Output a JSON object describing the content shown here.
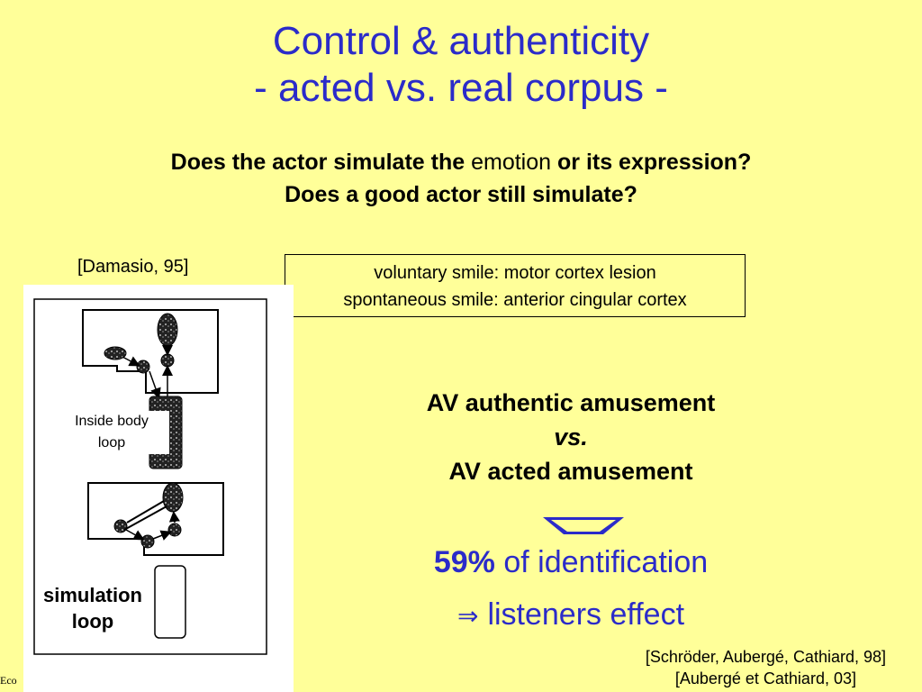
{
  "title": {
    "line1": "Control & authenticity",
    "line2": "- acted vs. real corpus -"
  },
  "questions": {
    "q1_part1": "Does the actor simulate the ",
    "q1_part2": "emotion",
    "q1_part3": " or its expression?",
    "q2": "Does a good actor still simulate?"
  },
  "damasio_citation": "[Damasio, 95]",
  "smile_box": {
    "line1": "voluntary smile: motor cortex lesion",
    "line2": "spontaneous smile: anterior cingular cortex"
  },
  "figure": {
    "label_inside_line1": "Inside body",
    "label_inside_line2": "loop",
    "label_sim_line1": "simulation",
    "label_sim_line2": "loop"
  },
  "footer_left": "Eco",
  "comparison": {
    "line1": "AV authentic amusement",
    "line2": "vs.",
    "line3": "AV acted amusement",
    "arrow_icon": "hollow-down-arrow-icon"
  },
  "result": {
    "percent": "59%",
    "percent_text": " of identification",
    "implies_symbol": "⇒",
    "conclusion": "listeners effect"
  },
  "references": {
    "line1": "[Schröder, Aubergé, Cathiard, 98]",
    "line2": "[Aubergé et Cathiard, 03]"
  },
  "colors": {
    "background": "#ffff99",
    "accent_blue": "#2b2bc9"
  }
}
